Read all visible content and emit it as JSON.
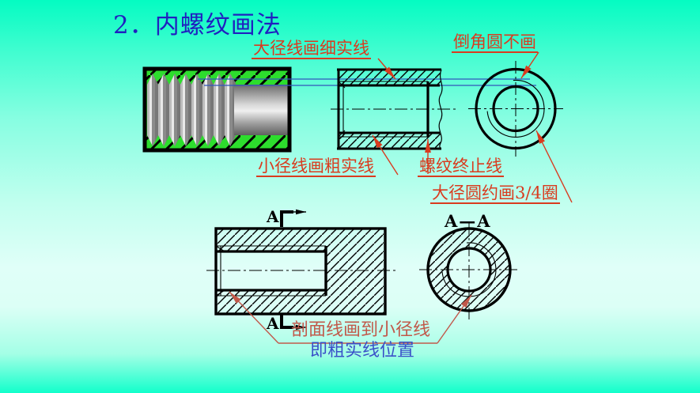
{
  "slide": {
    "title": "2．内螺纹画法",
    "labels": {
      "major_line": "大径线画细实线",
      "chamfer_circle": "倒角圆不画",
      "minor_line": "小径线画粗实线",
      "thread_end": "螺纹终止线",
      "major_circle": "大径圆约画3/4圈",
      "section_hatch_line1": "剖面线画到小径线",
      "section_hatch_line2": "即粗实线位置",
      "cut_label_top": "A",
      "cut_label_bottom": "A",
      "section_view_title": "A—A"
    },
    "colors": {
      "background_top": "#04fcc2",
      "background_pale": "#e0fff8",
      "title_blue": "#2020c0",
      "annotation_red": "#d93b1f",
      "note_red": "#c1584a",
      "note_blue": "#3a50c8",
      "photo_green": "#2ddd2d",
      "projection_line_blue": "#3355bb",
      "drawing_black": "#000000"
    }
  }
}
